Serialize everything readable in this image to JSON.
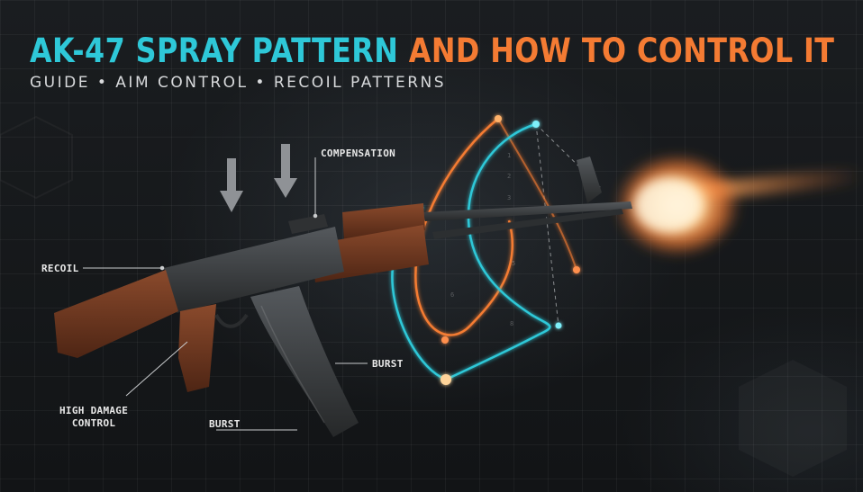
{
  "title": {
    "part1": "AK-47 SPRAY PATTERN",
    "part2": "AND HOW TO CONTROL IT"
  },
  "subtitle": "GUIDE • AIM CONTROL • RECOIL PATTERNS",
  "labels": {
    "compensation": "COMPENSATION",
    "recoil": "RECOIL",
    "burst_right": "BURST",
    "high_damage_line1": "HIGH DAMAGE",
    "high_damage_line2": "CONTROL",
    "burst_bottom": "BURST"
  },
  "colors": {
    "cyan": "#2ec8d8",
    "orange": "#f47b33",
    "wood": "#6b3520",
    "steel": "#3a3d40"
  }
}
